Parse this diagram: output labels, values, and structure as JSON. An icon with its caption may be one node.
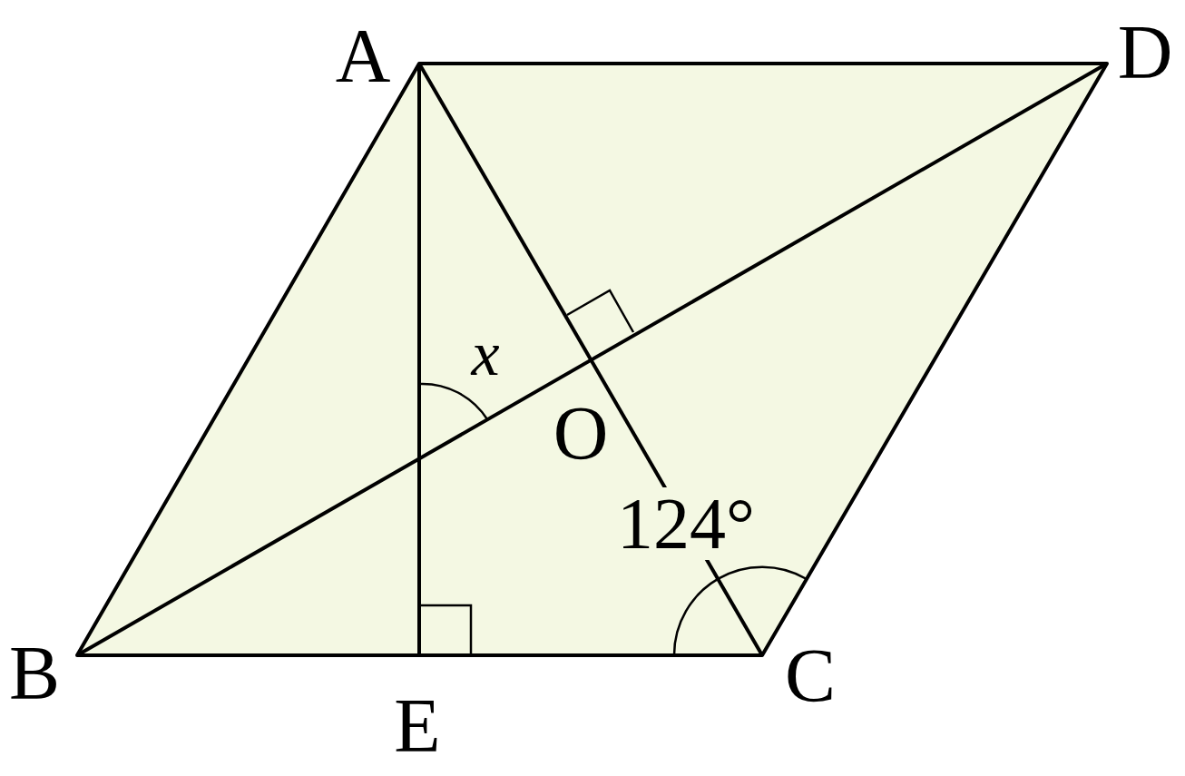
{
  "diagram": {
    "labels": [
      "A",
      "D",
      "O",
      "x",
      "124°",
      "B",
      "C",
      "E"
    ]
  }
}
